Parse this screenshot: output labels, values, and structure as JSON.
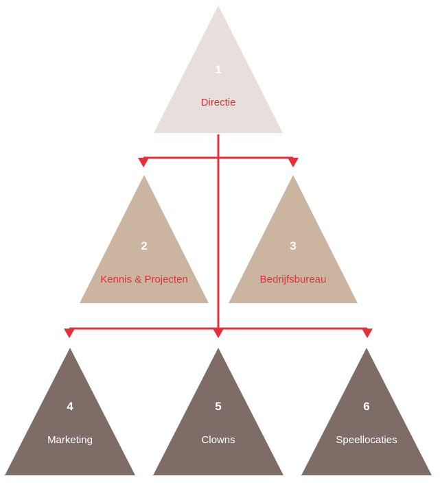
{
  "colors": {
    "top_fill": "#e6dfdb",
    "middle_fill": "#cbb5a1",
    "bottom_fill": "#7e6d66",
    "accent": "#e52f3a",
    "light_text": "#ffffff"
  },
  "nodes": [
    {
      "number": "1",
      "label": "Directie"
    },
    {
      "number": "2",
      "label": "Kennis & Projecten"
    },
    {
      "number": "3",
      "label": "Bedrijfsbureau"
    },
    {
      "number": "4",
      "label": "Marketing"
    },
    {
      "number": "5",
      "label": "Clowns"
    },
    {
      "number": "6",
      "label": "Speellocaties"
    }
  ]
}
